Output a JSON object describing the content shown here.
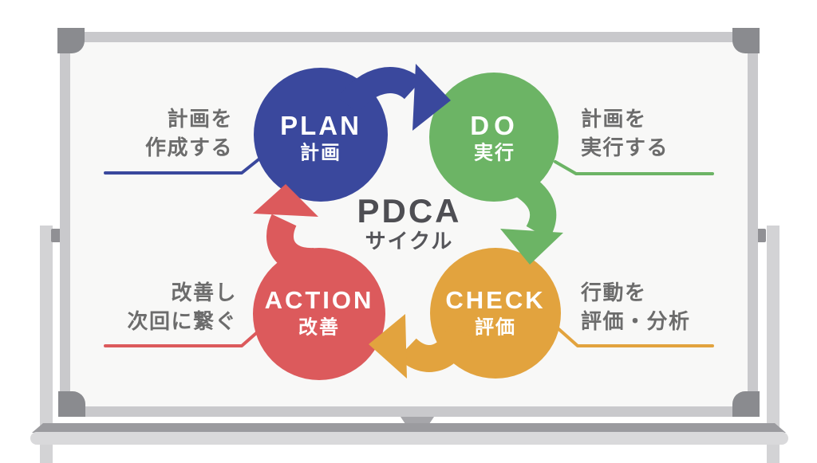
{
  "diagram": {
    "center_title": "PDCA",
    "center_subtitle": "サイクル",
    "nodes": {
      "plan": {
        "label": "PLAN",
        "sublabel": "計画",
        "color": "#3a489d",
        "note_line1": "計画を",
        "note_line2": "作成する"
      },
      "do": {
        "label": "DO",
        "sublabel": "実行",
        "color": "#6cb465",
        "note_line1": "計画を",
        "note_line2": "実行する"
      },
      "check": {
        "label": "CHECK",
        "sublabel": "評価",
        "color": "#e2a33e",
        "note_line1": "行動を",
        "note_line2": "評価・分析"
      },
      "action": {
        "label": "ACTION",
        "sublabel": "改善",
        "color": "#dc5a5c",
        "note_line1": "改善し",
        "note_line2": "次回に繋ぐ"
      }
    }
  }
}
